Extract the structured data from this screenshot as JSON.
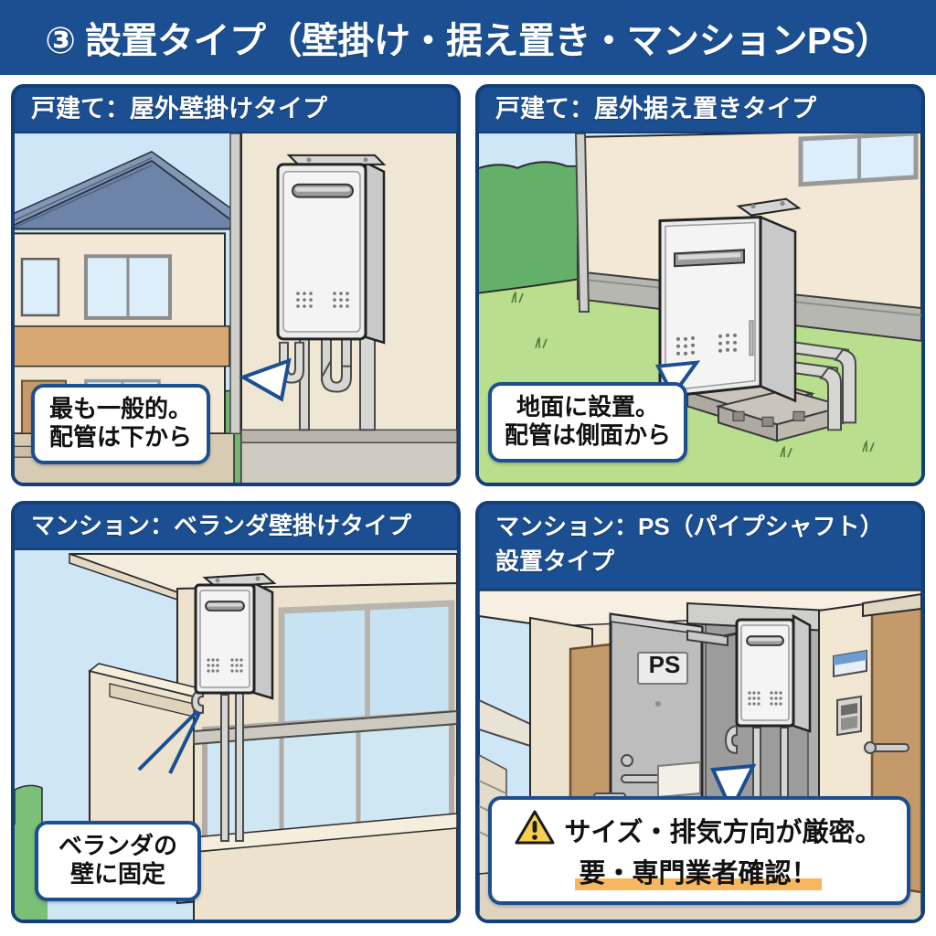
{
  "header": {
    "title": "③ 設置タイプ（壁掛け・据え置き・マンションPS）",
    "bg_color": "#1b4f91",
    "text_color": "#ffffff"
  },
  "panels": [
    {
      "id": "detached-wall-mount",
      "header": "戸建て：屋外壁掛けタイプ",
      "bubble": {
        "line1": "最も一般的。",
        "line2": "配管は下から"
      },
      "scene": {
        "sky_color": "#cfe6f7",
        "house_wall_color": "#f2e8d5",
        "roof_color": "#6d84a8",
        "band_color": "#d8a874",
        "door_color": "#c79a6b",
        "mount_wall_color": "#efe6d4",
        "ground_color": "#cfc9bb"
      }
    },
    {
      "id": "detached-floor-stand",
      "header": "戸建て：屋外据え置きタイプ",
      "bubble": {
        "line1": "地面に設置。",
        "line2": "配管は側面から"
      },
      "scene": {
        "sky_color": "#cfe6f7",
        "hedge_color": "#63b06a",
        "grass_color": "#b9de8e",
        "wall_color": "#f2e8d5",
        "foundation_color": "#b7b7b2"
      }
    },
    {
      "id": "condo-balcony-wall-mount",
      "header": "マンション：ベランダ壁掛けタイプ",
      "bubble": {
        "line1": "ベランダの",
        "line2": "壁に固定"
      },
      "scene": {
        "sky_color": "#cfe6f7",
        "grass_color": "#7bbf78",
        "wall_color": "#ece2cd",
        "glass_color": "#c6e2f3",
        "frame_color": "#b9b5ad"
      }
    },
    {
      "id": "condo-ps-shaft",
      "header_line1": "マンション：PS（パイプシャフト）",
      "header_line2": "設置タイプ",
      "door_label": "PS",
      "warning": {
        "icon": "warning-triangle-icon",
        "line1": "サイズ・排気方向が厳密。",
        "line2": "要・専門業者確認！",
        "highlight_color": "#f7b75e"
      },
      "scene": {
        "corridor_wall_color": "#f0e6d2",
        "ps_door_color": "#b9b9b9",
        "apartment_door_color": "#c59a6a",
        "sky_color": "#cfe6f7",
        "floor_color": "#ded4c0"
      }
    }
  ],
  "water_heater": {
    "body_color": "#e9e9e9",
    "side_color": "#c9c9c9",
    "vent_slot_color": "#8f8f8f",
    "outline_color": "#222222",
    "label": "water-heater-unit"
  }
}
